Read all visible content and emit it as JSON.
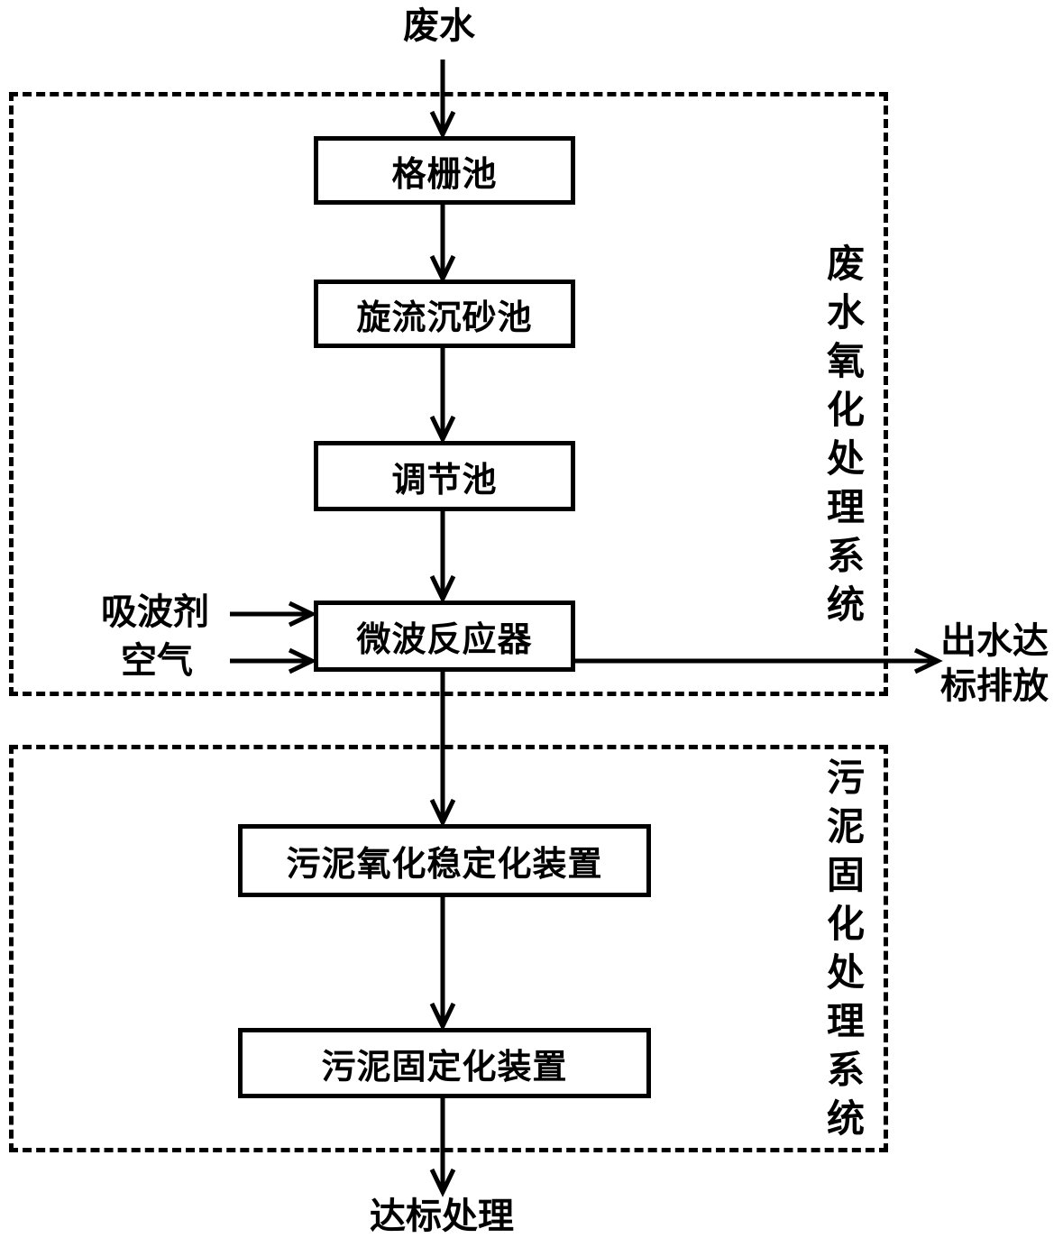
{
  "input": "废水",
  "output_final": "达标处理",
  "outlet": {
    "line1": "出水达",
    "line2": "标排放"
  },
  "side_inputs": {
    "absorbent": "吸波剂",
    "air": "空气"
  },
  "systems": {
    "wastewater": "废水氧化处理系统",
    "sludge": "污泥固化处理系统"
  },
  "boxes": {
    "grid": "格栅池",
    "grit": "旋流沉砂池",
    "regulate": "调节池",
    "microwave": "微波反应器",
    "sludge_stabilize": "污泥氧化稳定化装置",
    "sludge_solidify": "污泥固定化装置"
  }
}
